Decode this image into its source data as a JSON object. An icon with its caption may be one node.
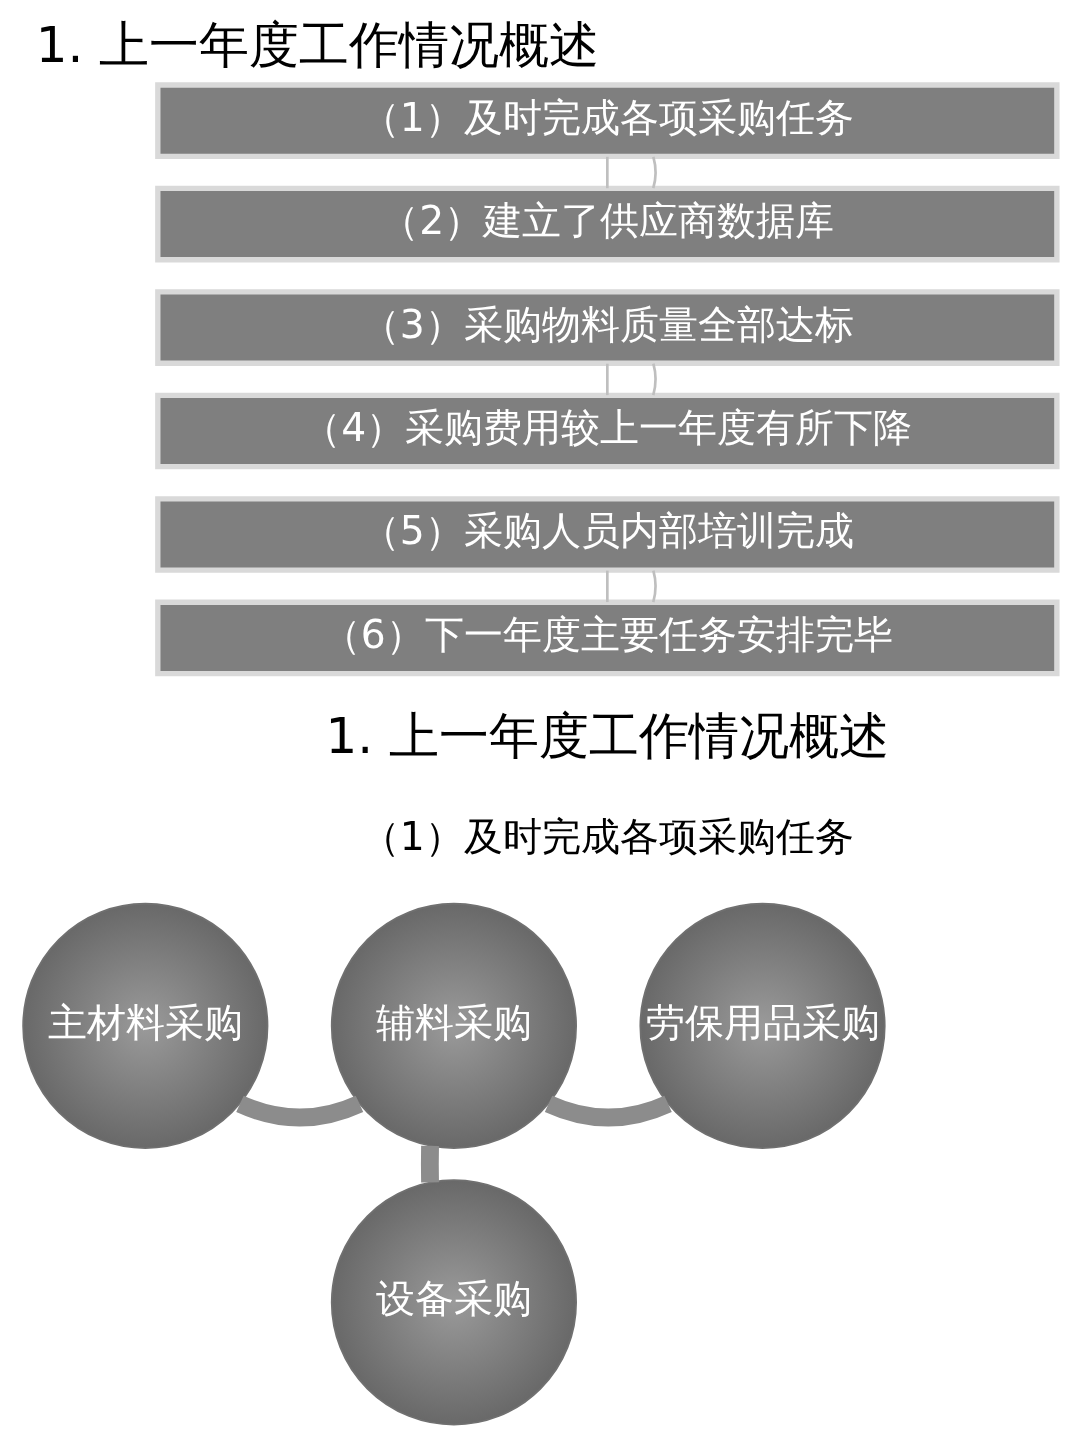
{
  "diagram": {
    "title": "1. 上一年度工作情况概述",
    "nodes": [
      {
        "text": [
          "（1）及时完成各项采购任务"
        ]
      },
      {
        "text": [
          "（2）建立了供应商数据库"
        ]
      },
      {
        "text": [
          "（3）采购物料质量全部达标"
        ]
      },
      {
        "text": [
          "（4）采购费用较上一年度有所下降"
        ]
      },
      {
        "text": [
          "（5）采购人员内部培训完成"
        ]
      },
      {
        "text": [
          "（6）下一年度主要任务安排完毕"
        ]
      },
      {
        "text": [
          "劳保用品采购"
        ]
      },
      {
        "text": [
          "辅料采购"
        ]
      },
      {
        "text": [
          "主材料采购"
        ]
      },
      {
        "text": [
          "设备采购"
        ]
      }
    ],
    "edges": [
      {
        "from": 0,
        "to": 1,
        "arrow": "none"
      },
      {
        "from": 0,
        "to": 1,
        "arrow": "none"
      },
      {
        "from": 2,
        "to": 3,
        "arrow": "none"
      },
      {
        "from": 2,
        "to": 3,
        "arrow": "none"
      },
      {
        "from": 4,
        "to": 5,
        "arrow": "none"
      },
      {
        "from": 4,
        "to": 5,
        "arrow": "none"
      },
      {
        "from": 8,
        "to": 7,
        "arrow": "none",
        "style": "thick"
      },
      {
        "from": 7,
        "to": 6,
        "arrow": "none",
        "style": "thick"
      },
      {
        "from": 7,
        "to": 9,
        "arrow": "none",
        "style": "thick"
      }
    ],
    "labels": [
      "1. 上一年度工作情况概述",
      "（1）及时完成各项采购任务"
    ]
  }
}
